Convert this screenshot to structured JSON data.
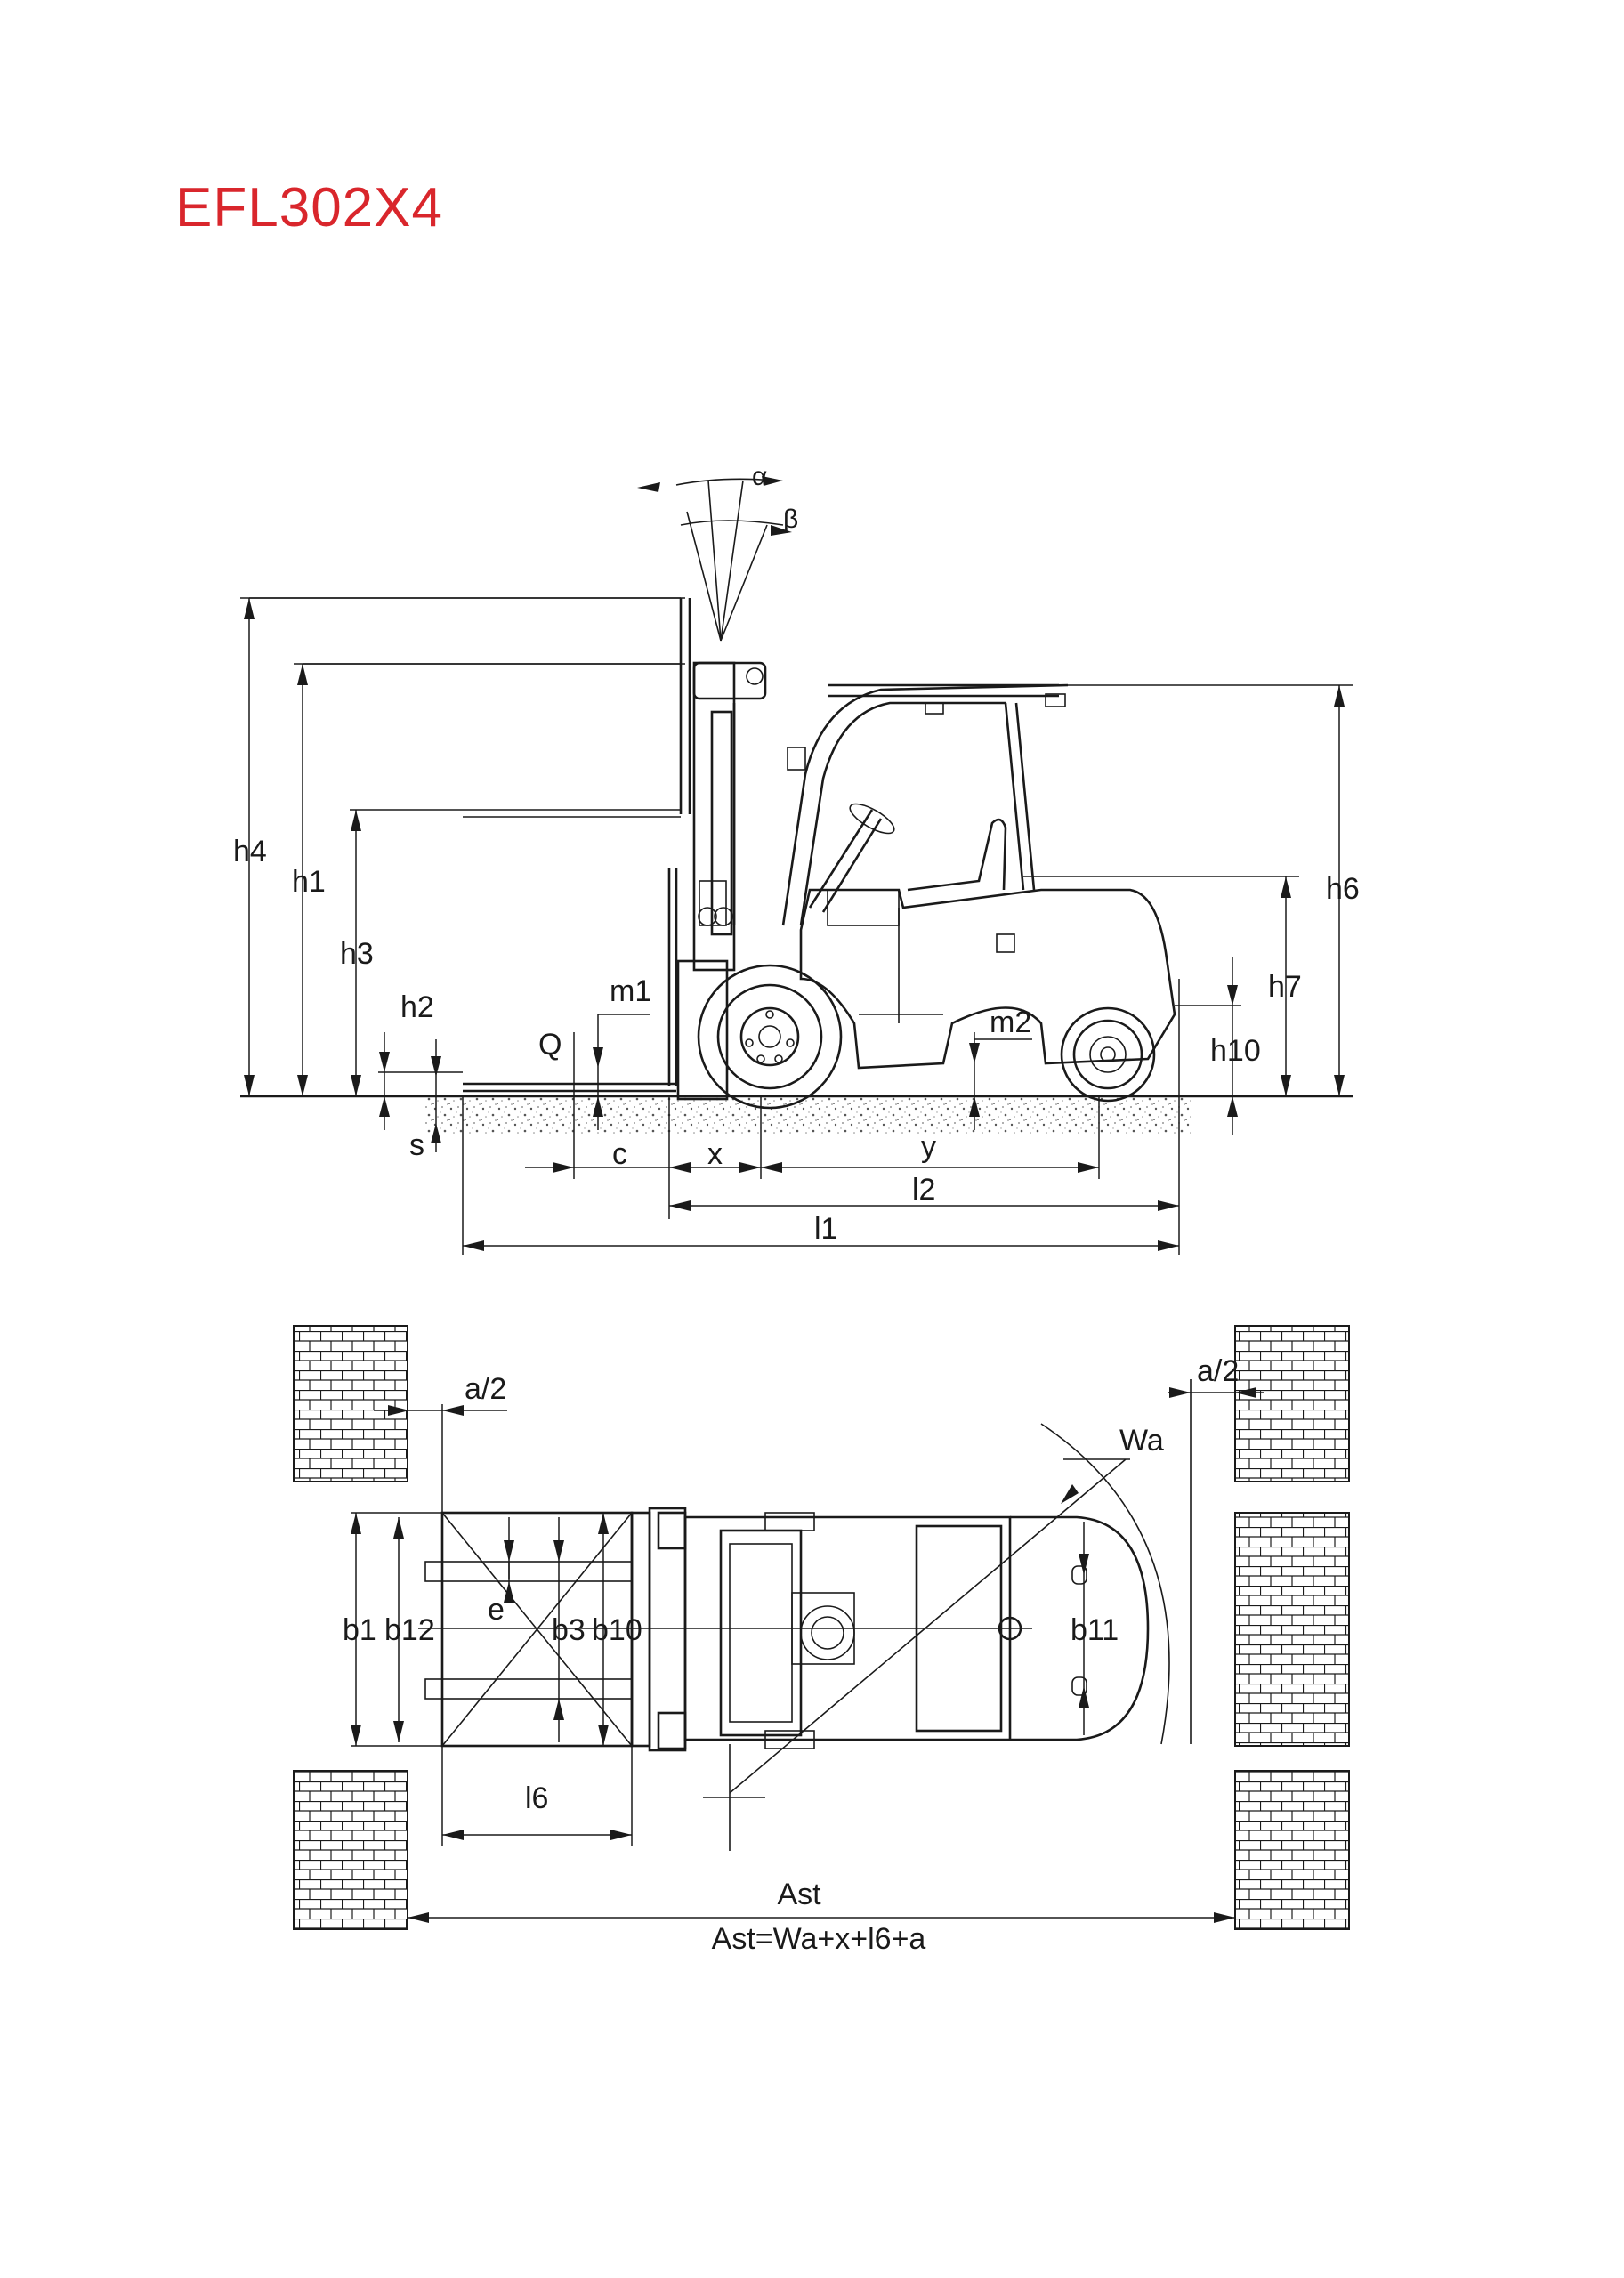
{
  "title": "EFL302X4",
  "colors": {
    "title": "#d9262c",
    "line": "#1a1a1a"
  },
  "side_view": {
    "labels": {
      "alpha": "α",
      "beta": "β",
      "h4": "h4",
      "h1": "h1",
      "h3": "h3",
      "h2": "h2",
      "Q": "Q",
      "m1": "m1",
      "s": "s",
      "c": "c",
      "x": "x",
      "y": "y",
      "l2": "l2",
      "l1": "l1",
      "m2": "m2",
      "h6": "h6",
      "h7": "h7",
      "h10": "h10"
    }
  },
  "top_view": {
    "labels": {
      "a2_left": "a/2",
      "a2_right": "a/2",
      "Wa": "Wa",
      "b1": "b1",
      "b12": "b12",
      "e": "e",
      "b3": "b3",
      "b10": "b10",
      "b11": "b11",
      "l6": "l6",
      "Ast": "Ast",
      "formula": "Ast=Wa+x+l6+a"
    }
  }
}
